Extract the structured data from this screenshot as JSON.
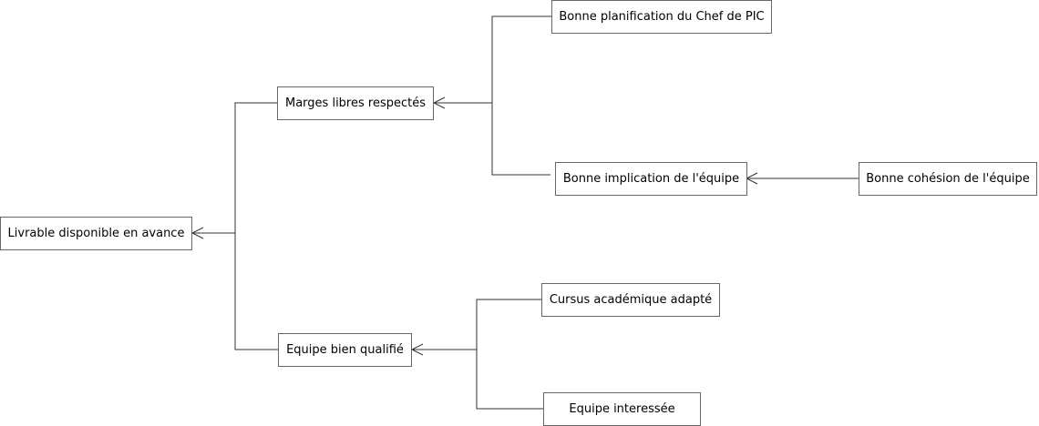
{
  "diagram": {
    "nodes": {
      "livrable": "Livrable disponible en avance",
      "marges": "Marges libres respectés",
      "equipe_qualifie": "Equipe bien qualifié",
      "planification": "Bonne planification du Chef de PIC",
      "implication": "Bonne implication de l'équipe",
      "cohesion": "Bonne cohésion de l'équipe",
      "cursus": "Cursus académique adapté",
      "interessee": "Equipe interessée"
    },
    "edges": [
      {
        "from": "planification",
        "to": "marges"
      },
      {
        "from": "implication",
        "to": "marges"
      },
      {
        "from": "cohesion",
        "to": "implication"
      },
      {
        "from": "marges",
        "to": "livrable"
      },
      {
        "from": "equipe_qualifie",
        "to": "livrable"
      },
      {
        "from": "cursus",
        "to": "equipe_qualifie"
      },
      {
        "from": "interessee",
        "to": "equipe_qualifie"
      }
    ],
    "colors": {
      "line": "#333333",
      "border": "#666666"
    }
  }
}
